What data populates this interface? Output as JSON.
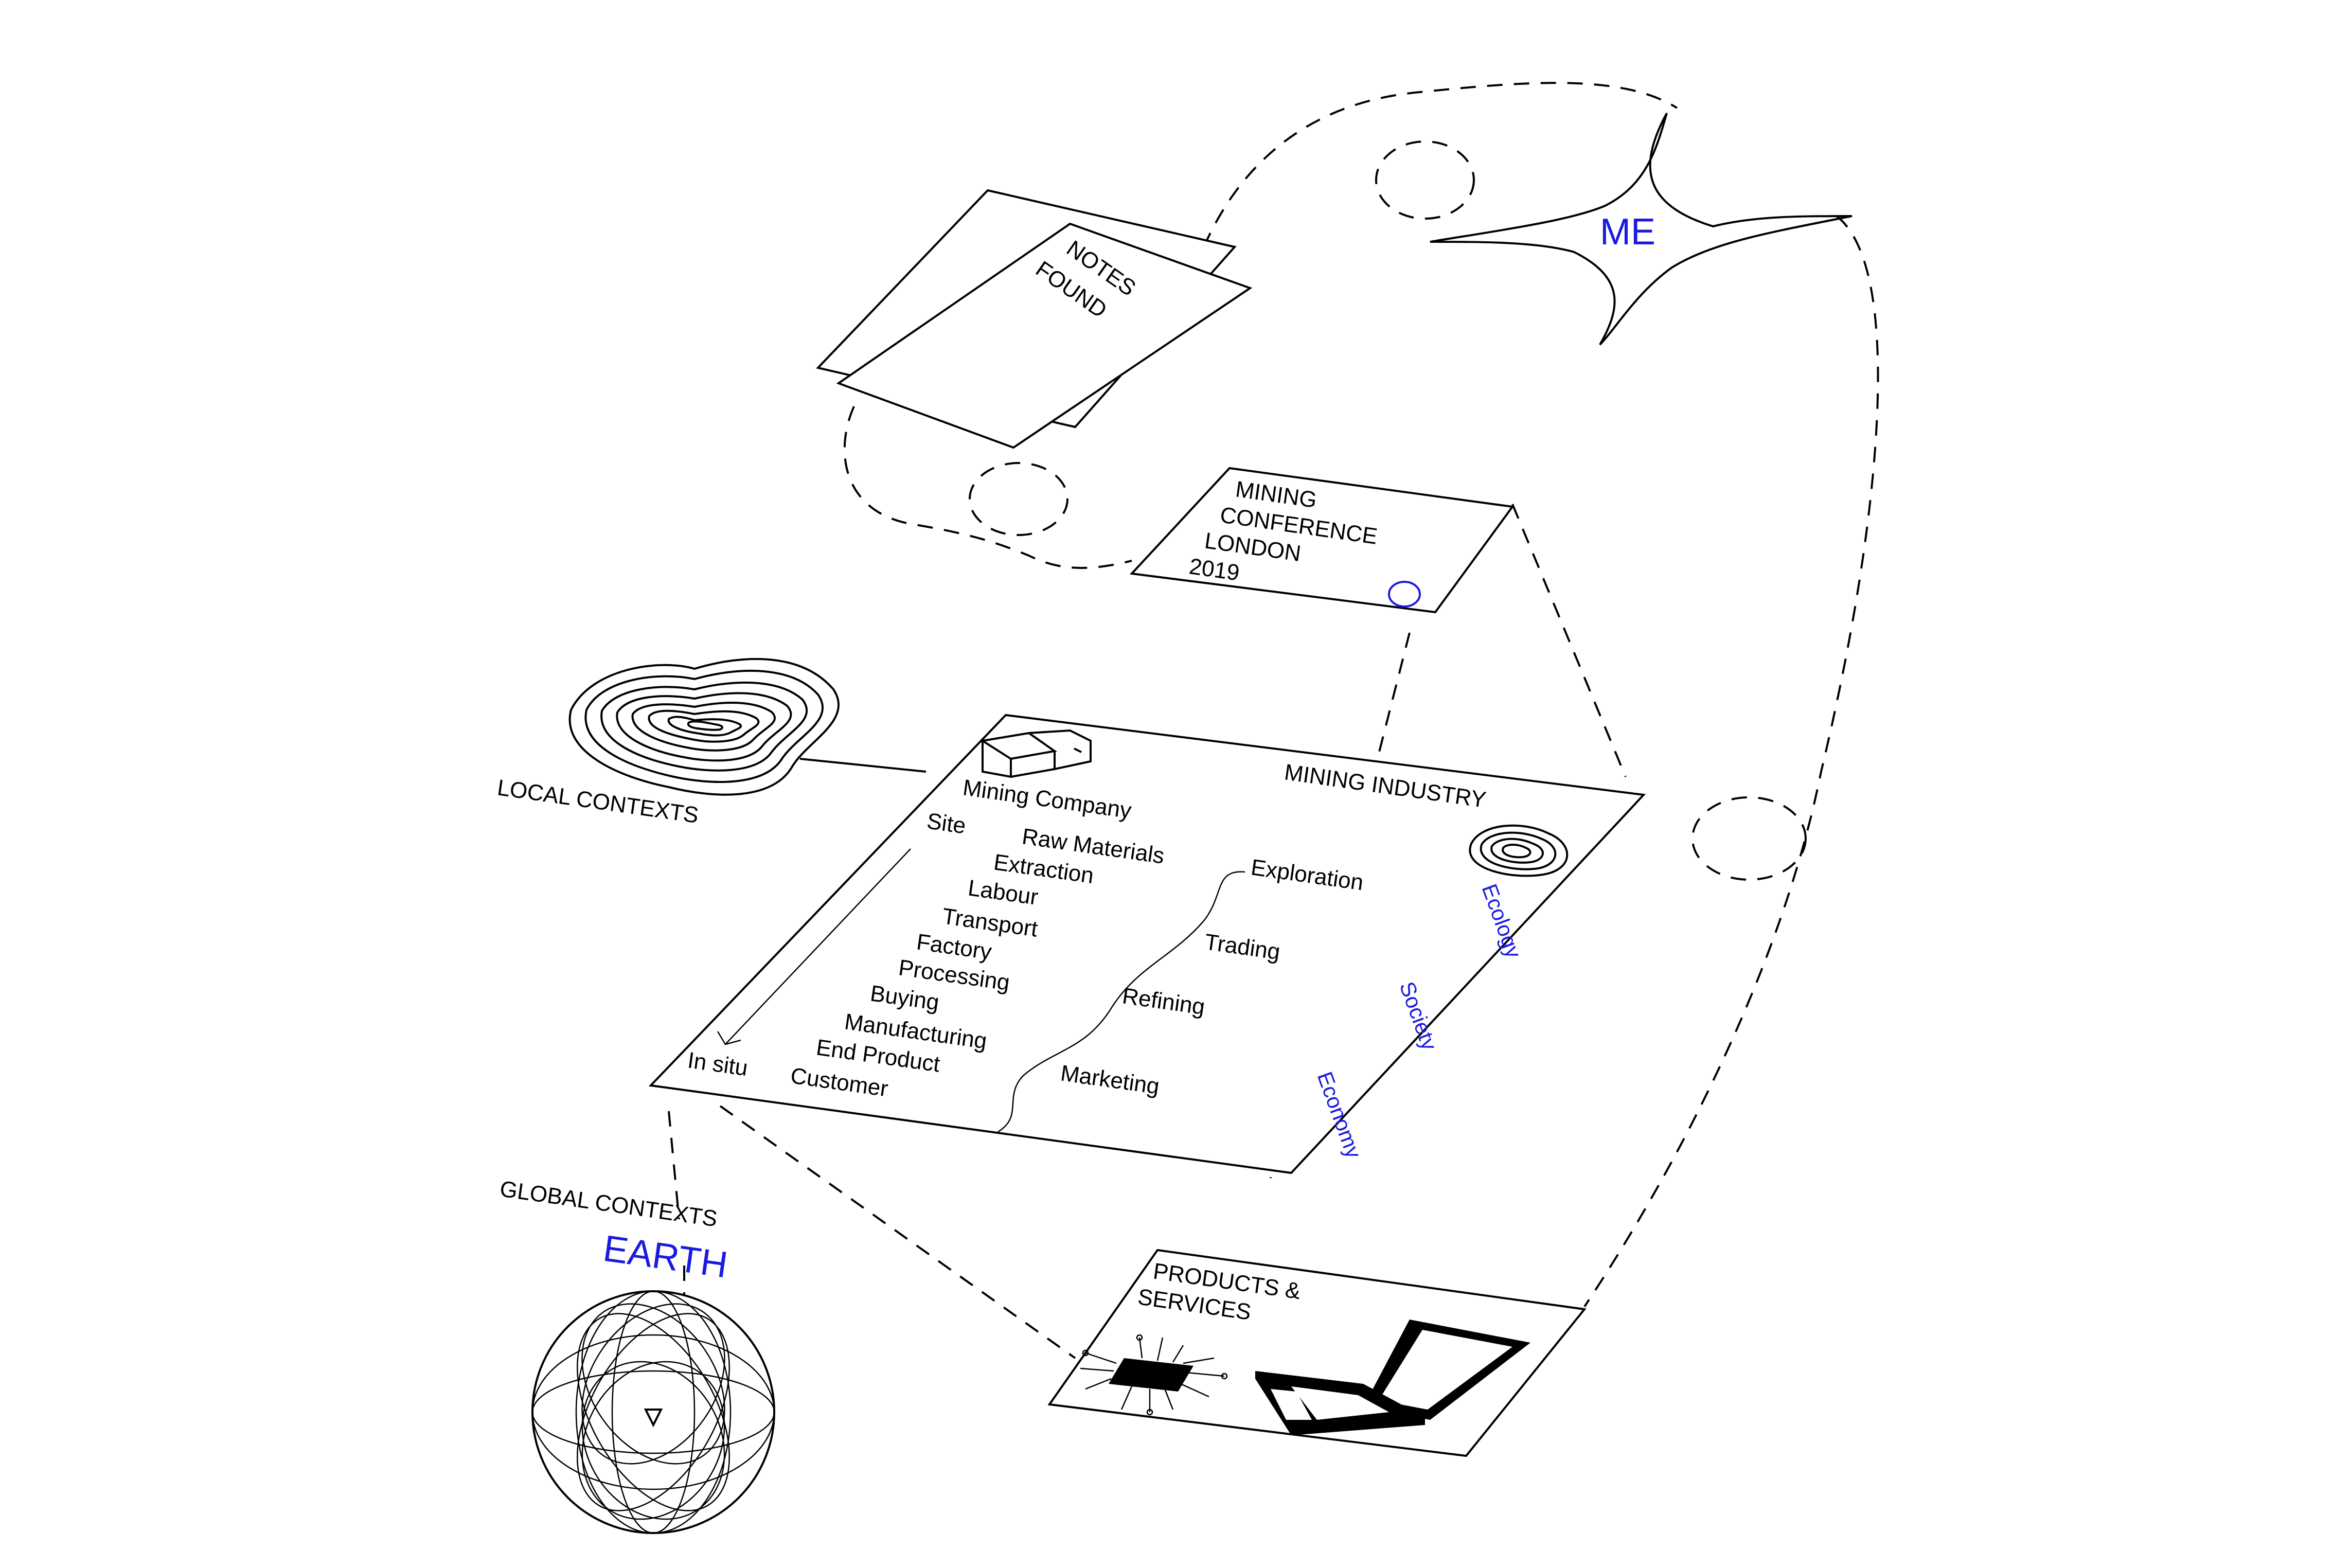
{
  "me": {
    "label": "ME"
  },
  "notes": {
    "line1": "NOTES",
    "line2": "FOUND"
  },
  "conference": {
    "line1": "MINING",
    "line2": "CONFERENCE",
    "line3": "LONDON",
    "line4": "2019"
  },
  "local": {
    "label": "LOCAL CONTEXTS"
  },
  "industry": {
    "title": "MINING INDUSTRY",
    "company": "Mining Company",
    "chain": [
      "Site",
      "Raw Materials",
      "Extraction",
      "Labour",
      "Transport",
      "Factory",
      "Processing",
      "Buying",
      "Manufacturing",
      "End Product",
      "In situ",
      "Customer"
    ],
    "stages": [
      "Exploration",
      "Trading",
      "Refining",
      "Marketing"
    ],
    "pillars": [
      "Ecology",
      "Society",
      "Economy"
    ]
  },
  "global": {
    "label": "GLOBAL CONTEXTS",
    "earth": "EARTH"
  },
  "products": {
    "line1": "PRODUCTS &",
    "line2": "SERVICES"
  },
  "colors": {
    "accent": "#1a1ae0",
    "ink": "#000000"
  },
  "icons": [
    "star-icon",
    "document-icon",
    "circle-icon",
    "contour-map-icon",
    "buildings-icon",
    "globe-icon",
    "microchip-icon",
    "laptop-icon"
  ]
}
